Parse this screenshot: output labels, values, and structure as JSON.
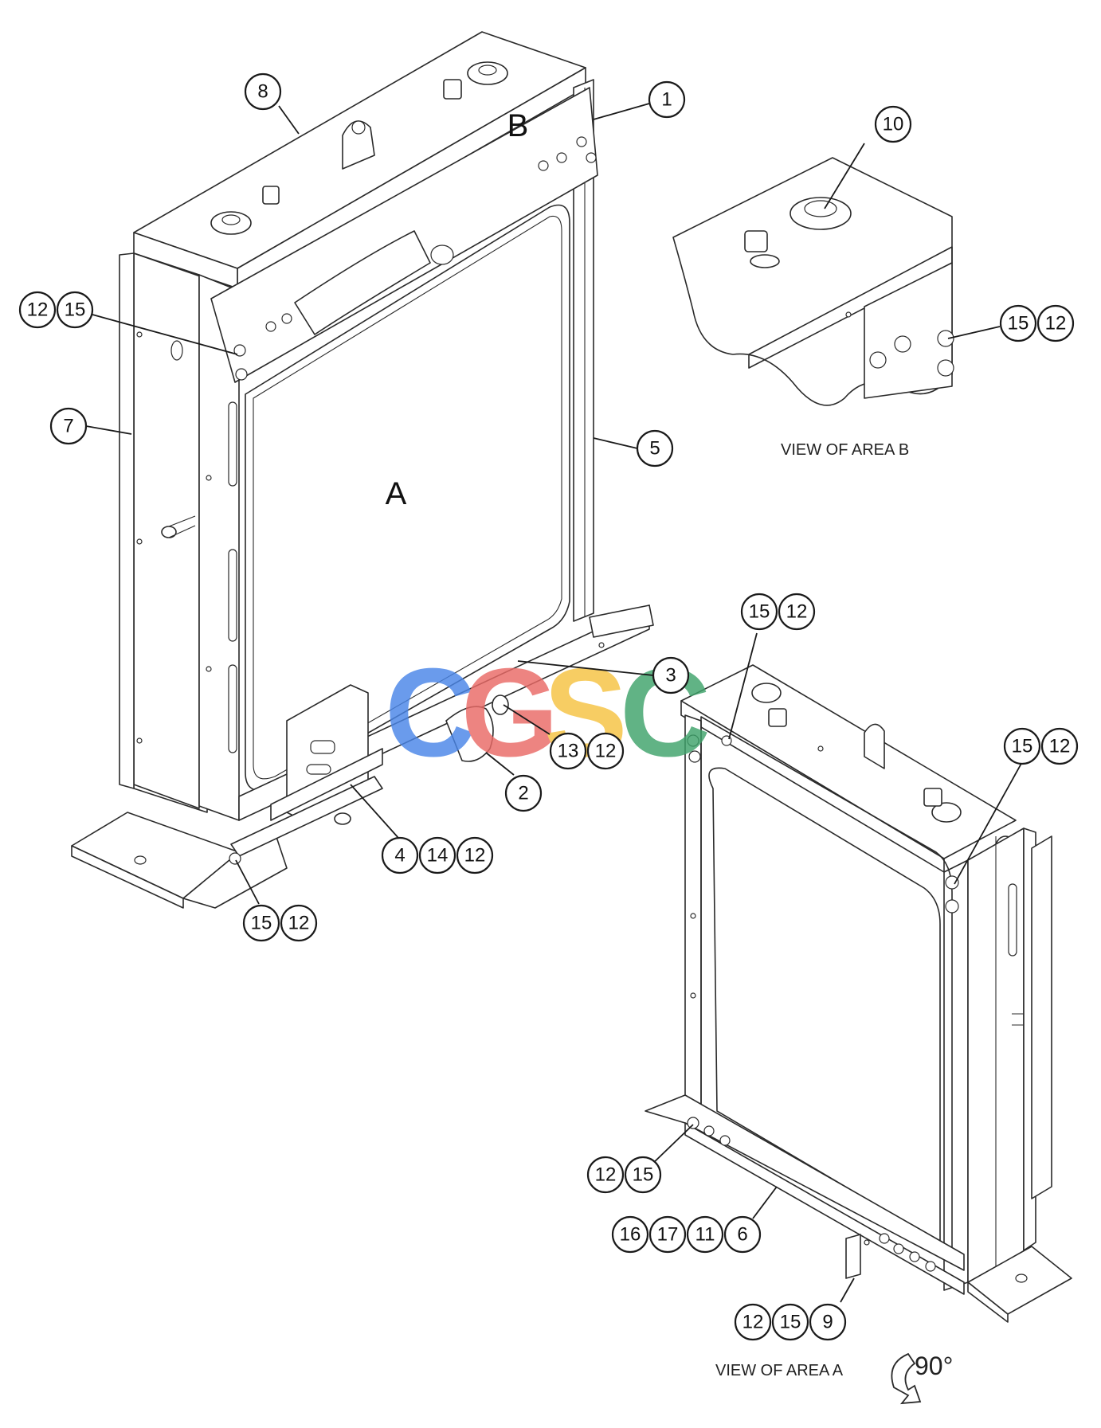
{
  "area_labels": {
    "a": "A",
    "b": "B"
  },
  "view_labels": {
    "area_b": "VIEW OF AREA  B",
    "area_a": "VIEW OF AREA  A",
    "rotation": "90°"
  },
  "callouts": [
    "1",
    "2",
    "3",
    "4",
    "5",
    "6",
    "7",
    "8",
    "9",
    "10",
    "11",
    "12",
    "13",
    "14",
    "15",
    "16",
    "17"
  ],
  "watermark": {
    "text": "CGSC",
    "colors": [
      "#4a86e8",
      "#ea6a66",
      "#f6c342",
      "#3fa36b"
    ]
  }
}
